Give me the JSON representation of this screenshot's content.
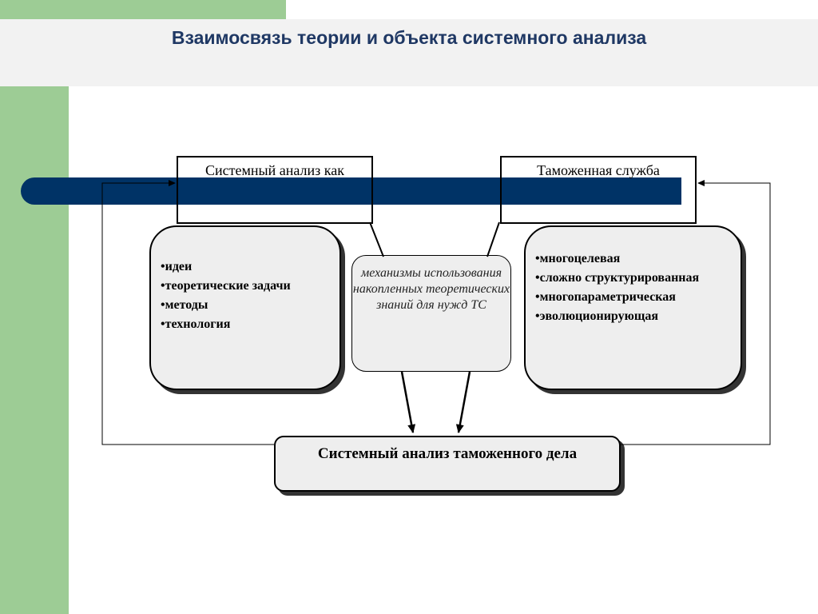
{
  "title": "Взаимосвязь теории и объекта системного анализа",
  "boxes": {
    "theory_header": "Системный анализ как",
    "object_header": "Таможенная служба",
    "mechanisms": "механизмы использования накопленных теоретических знаний  для нужд ТС",
    "result": "Системный анализ таможенного дела"
  },
  "theory_items": [
    "•идеи",
    "•теоретические задачи",
    "•методы",
    "•технология"
  ],
  "object_items": [
    "•многоцелевая",
    "•сложно структурированная",
    "•многопараметрическая",
    "•эволюционирующая"
  ],
  "colors": {
    "banner": "#003366",
    "accent_green": "#9dcc95",
    "title": "#1f3864"
  }
}
